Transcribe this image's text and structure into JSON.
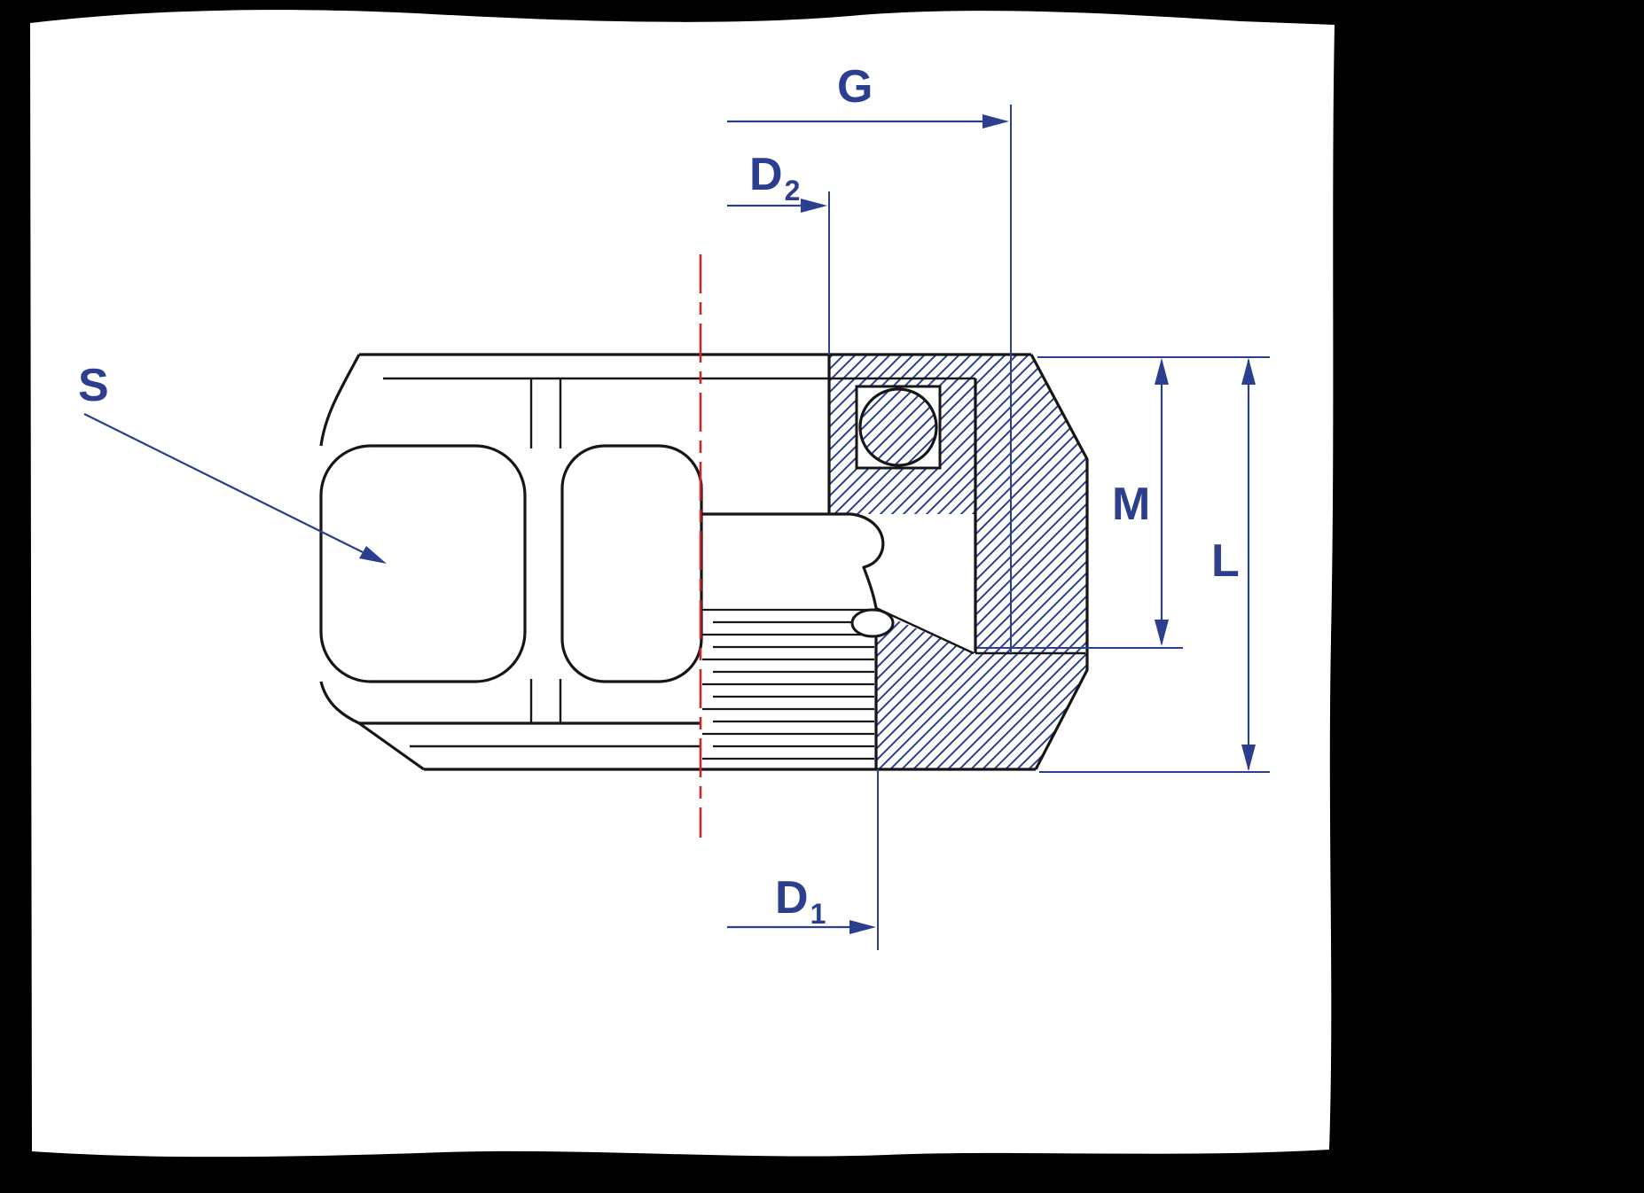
{
  "drawing": {
    "description": "Sectioned technical drawing of a hexagonal threaded cap fitting with O-ring seal",
    "labels": {
      "g": "G",
      "d2_main": "D",
      "d2_sub": "2",
      "d1_main": "D",
      "d1_sub": "1",
      "s": "S",
      "m": "M",
      "l": "L"
    },
    "colors": {
      "dimension": "#2b3f8e",
      "outline": "#161616",
      "centerline": "#c9282a",
      "hatch": "#2b3f8e",
      "paper": "#ffffff",
      "frame": "#000000"
    }
  }
}
